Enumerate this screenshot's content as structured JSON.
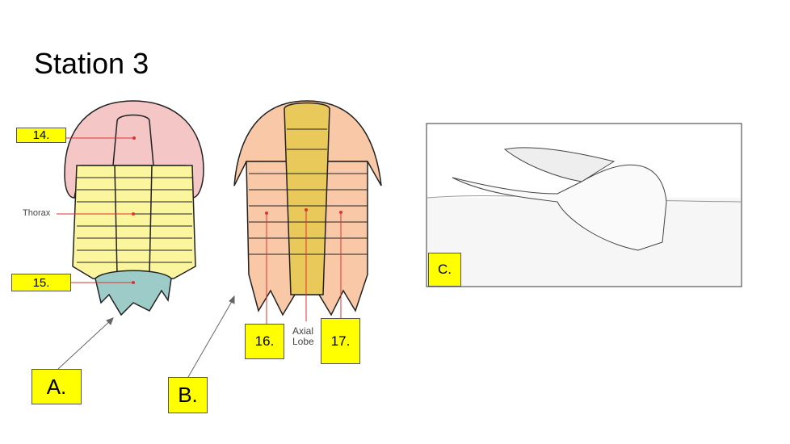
{
  "slide": {
    "title": "Station 3",
    "labels": {
      "q14": "14.",
      "q15": "15.",
      "q16": "16.",
      "q17": "17.",
      "a": "A.",
      "b": "B.",
      "c": "C."
    },
    "thorax": "Thorax",
    "axial_lobe_line1": "Axial",
    "axial_lobe_line2": "Lobe"
  }
}
